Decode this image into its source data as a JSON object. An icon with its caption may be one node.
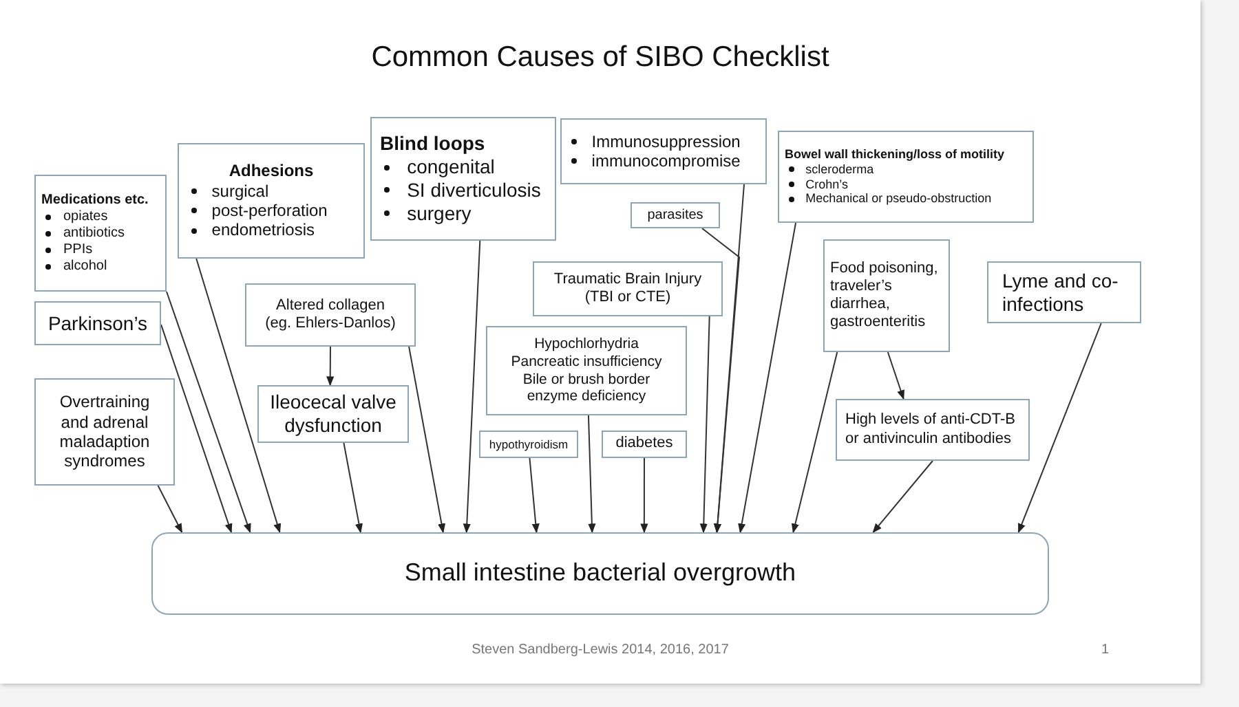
{
  "diagram": {
    "title": "Common Causes of SIBO Checklist",
    "nodes": [
      {
        "text": [
          "Medications etc.",
          "opiates",
          "antibiotics",
          "PPIs",
          "alcohol"
        ]
      },
      {
        "text": [
          "Adhesions",
          "surgical",
          "post-perforation",
          "endometriosis"
        ]
      },
      {
        "text": [
          "Blind loops",
          "congenital",
          "SI diverticulosis",
          "surgery"
        ]
      },
      {
        "text": [
          "Immunosuppression",
          "immunocompromise"
        ]
      },
      {
        "text": [
          "Bowel wall thickening/loss of motility",
          "scleroderma",
          "Crohn’s",
          "Mechanical or pseudo-obstruction"
        ]
      },
      {
        "text": [
          "parasites"
        ]
      },
      {
        "text": [
          "Parkinson’s"
        ]
      },
      {
        "text": [
          "Altered collagen (eg. Ehlers-Danlos)"
        ]
      },
      {
        "text": [
          "Traumatic Brain Injury (TBI or CTE)"
        ]
      },
      {
        "text": [
          "Food poisoning, traveler’s diarrhea, gastroenteritis"
        ]
      },
      {
        "text": [
          "Lyme and co-infections"
        ]
      },
      {
        "text": [
          "Hypochlorhydria Pancreatic insufficiency Bile or brush border enzyme deficiency"
        ]
      },
      {
        "text": [
          "Overtraining and adrenal maladaption syndromes"
        ]
      },
      {
        "text": [
          "Ileocecal valve dysfunction"
        ]
      },
      {
        "text": [
          "hypothyroidism"
        ]
      },
      {
        "text": [
          "diabetes"
        ]
      },
      {
        "text": [
          "High levels of anti-CDT-B or antivinculin antibodies"
        ]
      },
      {
        "text": [
          "Small intestine bacterial overgrowth"
        ]
      }
    ],
    "edges": [
      {
        "from": 0,
        "to": 17,
        "arrow": "to"
      },
      {
        "from": 1,
        "to": 17,
        "arrow": "to"
      },
      {
        "from": 2,
        "to": 17,
        "arrow": "to"
      },
      {
        "from": 3,
        "to": 17,
        "arrow": "to"
      },
      {
        "from": 4,
        "to": 17,
        "arrow": "to"
      },
      {
        "from": 5,
        "to": 17,
        "arrow": "to"
      },
      {
        "from": 6,
        "to": 17,
        "arrow": "to"
      },
      {
        "from": 7,
        "to": 13,
        "arrow": "to"
      },
      {
        "from": 7,
        "to": 17,
        "arrow": "to"
      },
      {
        "from": 8,
        "to": 17,
        "arrow": "to"
      },
      {
        "from": 9,
        "to": 17,
        "arrow": "to"
      },
      {
        "from": 9,
        "to": 16,
        "arrow": "to"
      },
      {
        "from": 16,
        "to": 17,
        "arrow": "to"
      },
      {
        "from": 10,
        "to": 17,
        "arrow": "to"
      },
      {
        "from": 11,
        "to": 17,
        "arrow": "to"
      },
      {
        "from": 12,
        "to": 17,
        "arrow": "to"
      },
      {
        "from": 13,
        "to": 17,
        "arrow": "to"
      },
      {
        "from": 14,
        "to": 17,
        "arrow": "to"
      },
      {
        "from": 15,
        "to": 17,
        "arrow": "to"
      }
    ],
    "labels": [
      "Steven Sandberg-Lewis 2014, 2016, 2017",
      "1"
    ]
  }
}
